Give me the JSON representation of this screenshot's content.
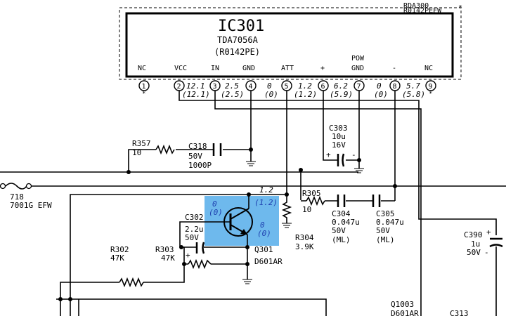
{
  "ic": {
    "ref": "IC301",
    "part": "TDA7056A",
    "code": "(R0142PE)",
    "alt_ref": "RDA300",
    "alt_code": "R0142PEFW",
    "pins": [
      {
        "num": "1",
        "name": "NC",
        "v_top": "",
        "v_bot": ""
      },
      {
        "num": "2",
        "name": "VCC",
        "v_top": "12.1",
        "v_bot": "(12.1)"
      },
      {
        "num": "3",
        "name": "IN",
        "v_top": "2.5",
        "v_bot": "(2.5)"
      },
      {
        "num": "4",
        "name": "GND",
        "v_top": "0",
        "v_bot": "(0)"
      },
      {
        "num": "5",
        "name": "ATT",
        "v_top": "1.2",
        "v_bot": "(1.2)"
      },
      {
        "num": "6",
        "name": "+",
        "v_top": "6.2",
        "v_bot": "(5.9)"
      },
      {
        "num": "7",
        "name": "GND",
        "name_top": "POW",
        "v_top": "0",
        "v_bot": "(0)"
      },
      {
        "num": "8",
        "name": "-",
        "v_top": "5.7",
        "v_bot": "(5.8)"
      },
      {
        "num": "9",
        "name": "NC",
        "v_top": "",
        "v_bot": ""
      }
    ]
  },
  "components": {
    "r357": {
      "ref": "R357",
      "value": "10"
    },
    "c318": {
      "ref": "C318",
      "rating": "50V",
      "value": "1000P"
    },
    "c303": {
      "ref": "C303",
      "value": "10u",
      "rating": "16V",
      "plus": "+",
      "minus": "-"
    },
    "fuse": {
      "ref": "718",
      "part": "7001G EFW"
    },
    "r305": {
      "ref": "R305",
      "value": "10"
    },
    "c304": {
      "ref": "C304",
      "value": "0.047u",
      "rating": "50V",
      "type": "(ML)"
    },
    "c305": {
      "ref": "C305",
      "value": "0.047u",
      "rating": "50V",
      "type": "(ML)"
    },
    "c390": {
      "ref": "C390",
      "value": "1u",
      "rating": "50V",
      "plus": "+",
      "minus": "-"
    },
    "c302": {
      "ref": "C302",
      "value": "2.2u",
      "rating": "50V",
      "plus": "+"
    },
    "r302": {
      "ref": "R302",
      "value": "47K"
    },
    "r303": {
      "ref": "R303",
      "value": "47K"
    },
    "r304": {
      "ref": "R304",
      "value": "3.9K"
    },
    "q301": {
      "ref": "Q301",
      "part": "D601AR",
      "v_c": "1.2",
      "v_c_alt": "(1.2)",
      "v_b_a": "0",
      "v_b_b": "(0)",
      "v_e_a": "0",
      "v_e_b": "(0)"
    },
    "q1003": {
      "ref": "Q1003",
      "part": "D601AR",
      "partial": "C313"
    }
  },
  "colors": {
    "highlight": "#4aa8e8",
    "ink": "#000000",
    "highlight_text": "#1e40af"
  }
}
